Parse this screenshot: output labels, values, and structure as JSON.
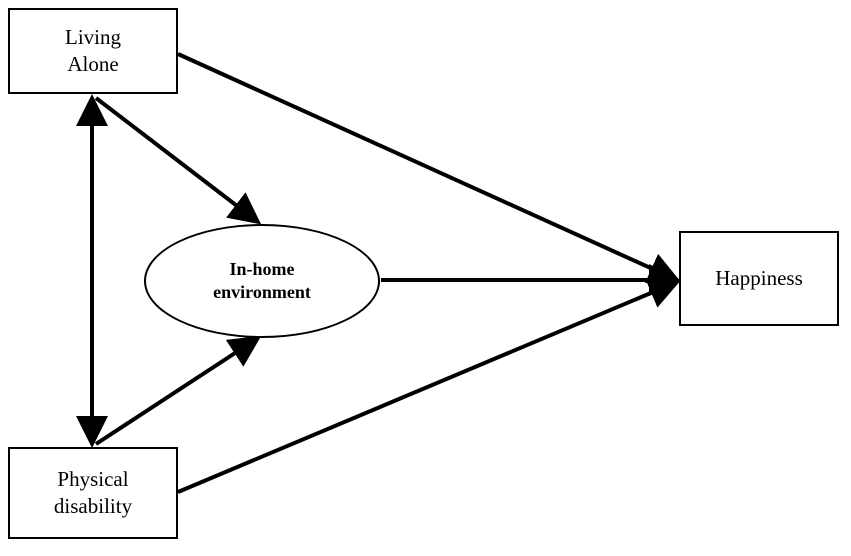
{
  "diagram": {
    "nodes": {
      "living_alone": {
        "shape": "rectangle",
        "line1": "Living",
        "line2": "Alone"
      },
      "physical_disability": {
        "shape": "rectangle",
        "line1": "Physical",
        "line2": "disability"
      },
      "in_home_environment": {
        "shape": "ellipse",
        "line1": "In-home",
        "line2": "environment"
      },
      "happiness": {
        "shape": "rectangle",
        "line1": "Happiness"
      }
    },
    "edges": [
      {
        "from": "living_alone",
        "to": "physical_disability",
        "direction": "bidirectional"
      },
      {
        "from": "living_alone",
        "to": "in_home_environment",
        "direction": "forward"
      },
      {
        "from": "physical_disability",
        "to": "in_home_environment",
        "direction": "forward"
      },
      {
        "from": "living_alone",
        "to": "happiness",
        "direction": "forward"
      },
      {
        "from": "physical_disability",
        "to": "happiness",
        "direction": "forward"
      },
      {
        "from": "in_home_environment",
        "to": "happiness",
        "direction": "forward"
      }
    ],
    "colors": {
      "line": "#000000",
      "background": "#ffffff",
      "text": "#000000"
    }
  }
}
